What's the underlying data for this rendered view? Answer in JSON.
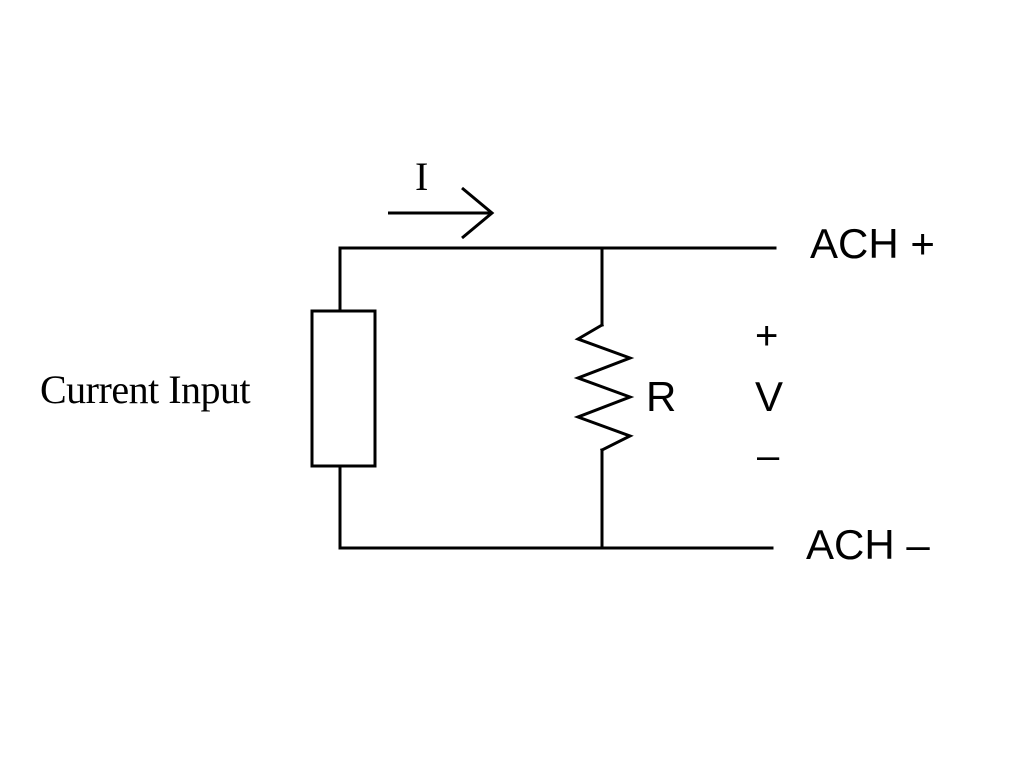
{
  "diagram": {
    "source_label": "Current Input",
    "current_label": "I",
    "resistor_label": "R",
    "terminal_positive": "ACH +",
    "terminal_negative": "ACH –",
    "voltage_plus": "+",
    "voltage_label": "V",
    "voltage_minus": "–"
  },
  "colors": {
    "line": "#000000",
    "background": "#ffffff"
  }
}
